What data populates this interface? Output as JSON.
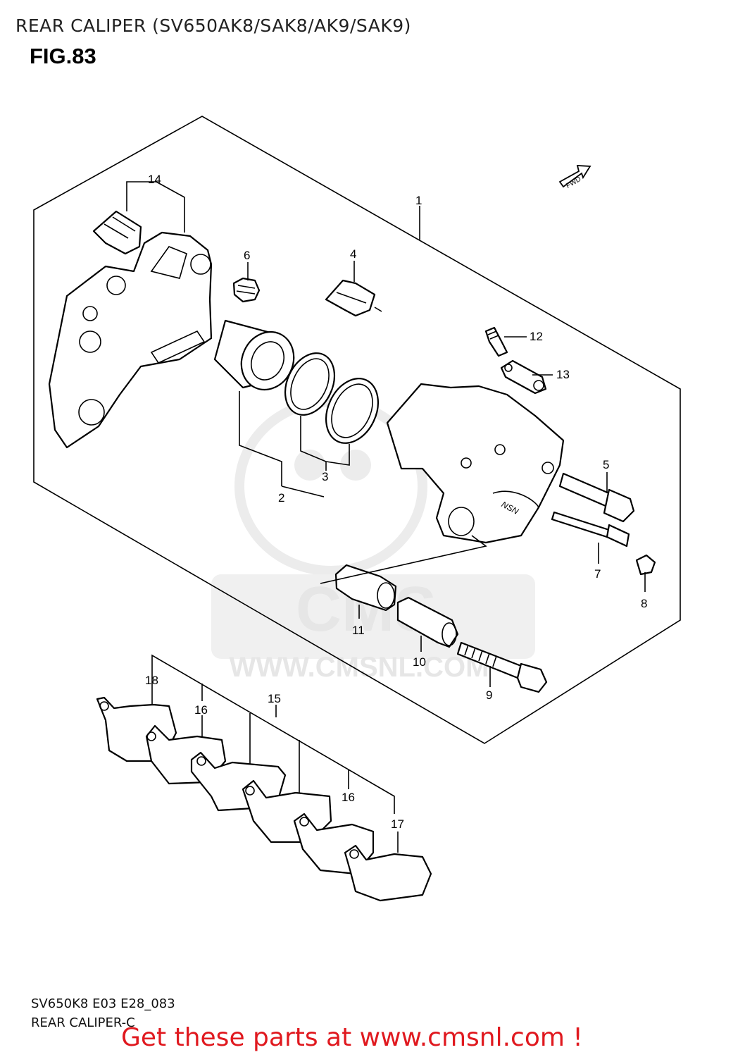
{
  "header": {
    "title": "REAR CALIPER (SV650AK8/SAK8/AK9/SAK9)",
    "figure": "FIG.83"
  },
  "watermark": {
    "brand": "CMS",
    "url": "WWW.CMSNL.COM"
  },
  "direction_indicator": "FWD",
  "callouts": {
    "c1": "1",
    "c2": "2",
    "c3": "3",
    "c4": "4",
    "c5": "5",
    "c6": "6",
    "c7": "7",
    "c8": "8",
    "c9": "9",
    "c10": "10",
    "c11": "11",
    "c12": "12",
    "c13": "13",
    "c14": "14",
    "c15": "15",
    "c16a": "16",
    "c16b": "16",
    "c17": "17",
    "c18": "18"
  },
  "footer": {
    "drawing_code": "SV650K8 E03 E28_083",
    "drawing_name": "REAR CALIPER-C",
    "call_to_action": "Get these parts at www.cmsnl.com !"
  },
  "colors": {
    "cta": "#e0191f",
    "line": "#000000",
    "watermark": "#e6e6e6"
  }
}
